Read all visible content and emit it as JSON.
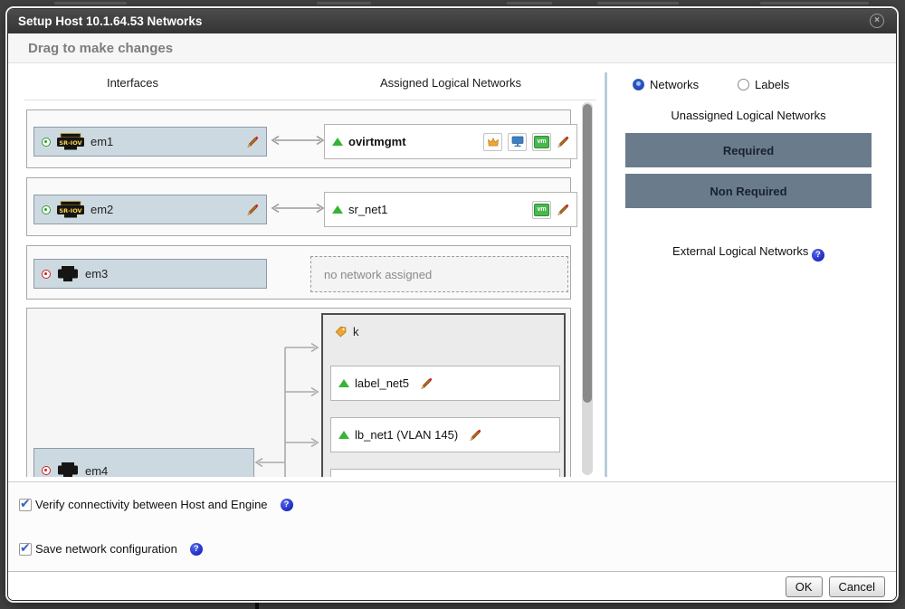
{
  "dialog": {
    "title": "Setup Host 10.1.64.53 Networks",
    "subtitle": "Drag to make changes"
  },
  "columns": {
    "interfaces": "Interfaces",
    "assigned": "Assigned Logical Networks"
  },
  "rows": {
    "em1": {
      "name": "em1",
      "network": "ovirtmgmt",
      "status": "up",
      "sriov": true
    },
    "em2": {
      "name": "em2",
      "network": "sr_net1",
      "status": "up",
      "sriov": true
    },
    "em3": {
      "name": "em3",
      "placeholder": "no network assigned",
      "status": "down"
    },
    "em4": {
      "name": "em4",
      "status": "down",
      "group_label": "k",
      "network1": "label_net5",
      "network2": "lb_net1 (VLAN 145)"
    }
  },
  "side_panel": {
    "networks_radio": "Networks",
    "labels_radio": "Labels",
    "unassigned_heading": "Unassigned Logical Networks",
    "required_label": "Required",
    "non_required_label": "Non Required",
    "external_heading": "External Logical Networks"
  },
  "options": {
    "verify_connectivity": "Verify connectivity between Host and Engine",
    "save_config": "Save network configuration"
  },
  "buttons": {
    "ok": "OK",
    "cancel": "Cancel"
  },
  "icons": {
    "close": "×",
    "help": "?",
    "check": "✔",
    "sriov_badge": "SR-IOV",
    "vm_badge": "vm",
    "management_network": "crown-icon",
    "display_network": "monitor-icon",
    "vm_network": "vm-badge-icon",
    "edit": "pencil-icon",
    "label_tag": "tag-icon"
  },
  "colors": {
    "titlebar": "#3f3f3f",
    "interface_box": "#cdd9e1",
    "drop_bar_background": "#6a7b8c",
    "status_up": "#2da12d",
    "status_down": "#cc2222",
    "network_triangle": "#35b535",
    "help_icon_blue": "#1c2bc4",
    "panel_divider": "#b9cdd9"
  }
}
